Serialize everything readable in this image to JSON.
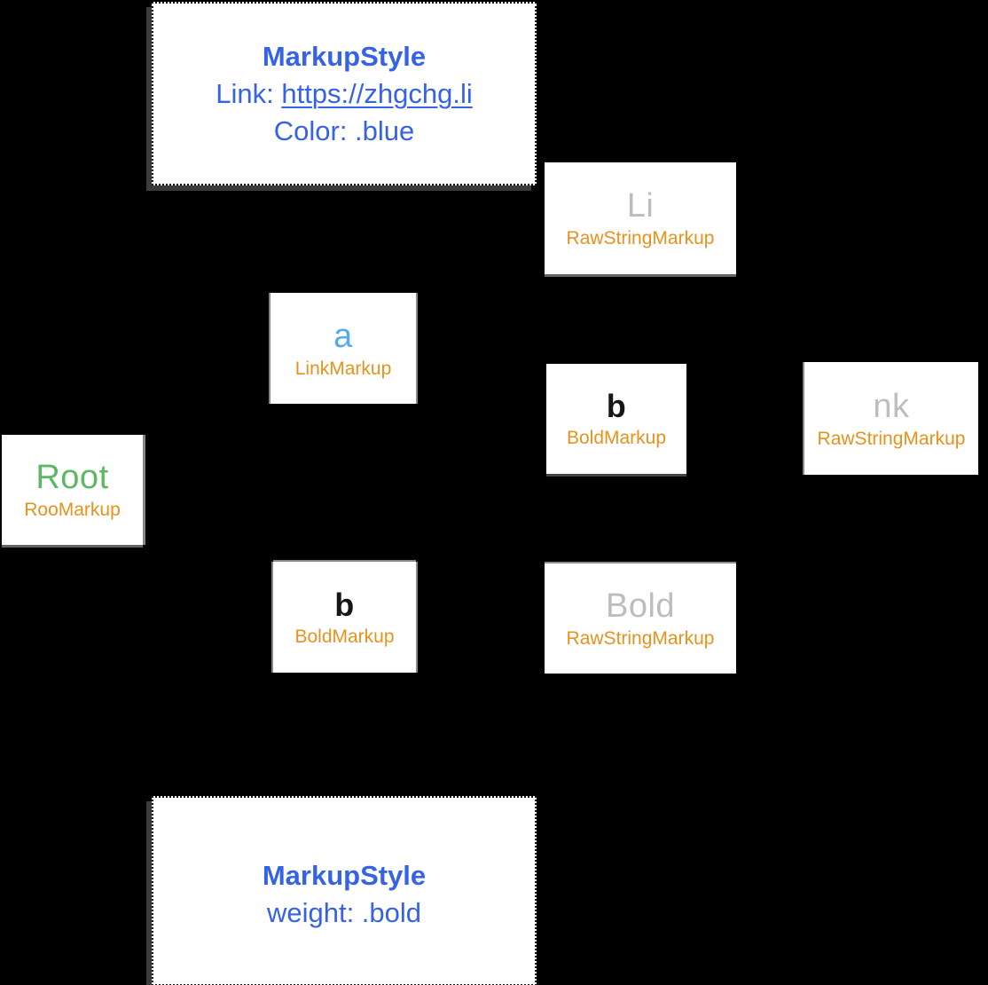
{
  "annotation_top": {
    "title": "MarkupStyle",
    "link_prefix": "Link: ",
    "link_url": "https://zhgchg.li",
    "color_line": "Color: .blue"
  },
  "annotation_bottom": {
    "title": "MarkupStyle",
    "weight_line": "weight: .bold"
  },
  "nodes": [
    {
      "label": "Li",
      "type": "RawStringMarkup"
    },
    {
      "label": "a",
      "type": "LinkMarkup"
    },
    {
      "label": "b",
      "type": "BoldMarkup"
    },
    {
      "label": "nk",
      "type": "RawStringMarkup"
    },
    {
      "label": "Root",
      "type": "RooMarkup"
    },
    {
      "label": "b",
      "type": "BoldMarkup"
    },
    {
      "label": "Bold",
      "type": "RawStringMarkup"
    }
  ],
  "colors": {
    "background": "#000000",
    "node_background": "#FFFFFF",
    "annotation_text_blue": "#3663E4",
    "markup_type_orange": "#E8911C",
    "raw_string_gray": "#BDBDBD",
    "link_light_blue": "#54ADE9",
    "bold_black": "#161616",
    "root_green": "#5CB961",
    "shadow_gray": "#868686"
  }
}
